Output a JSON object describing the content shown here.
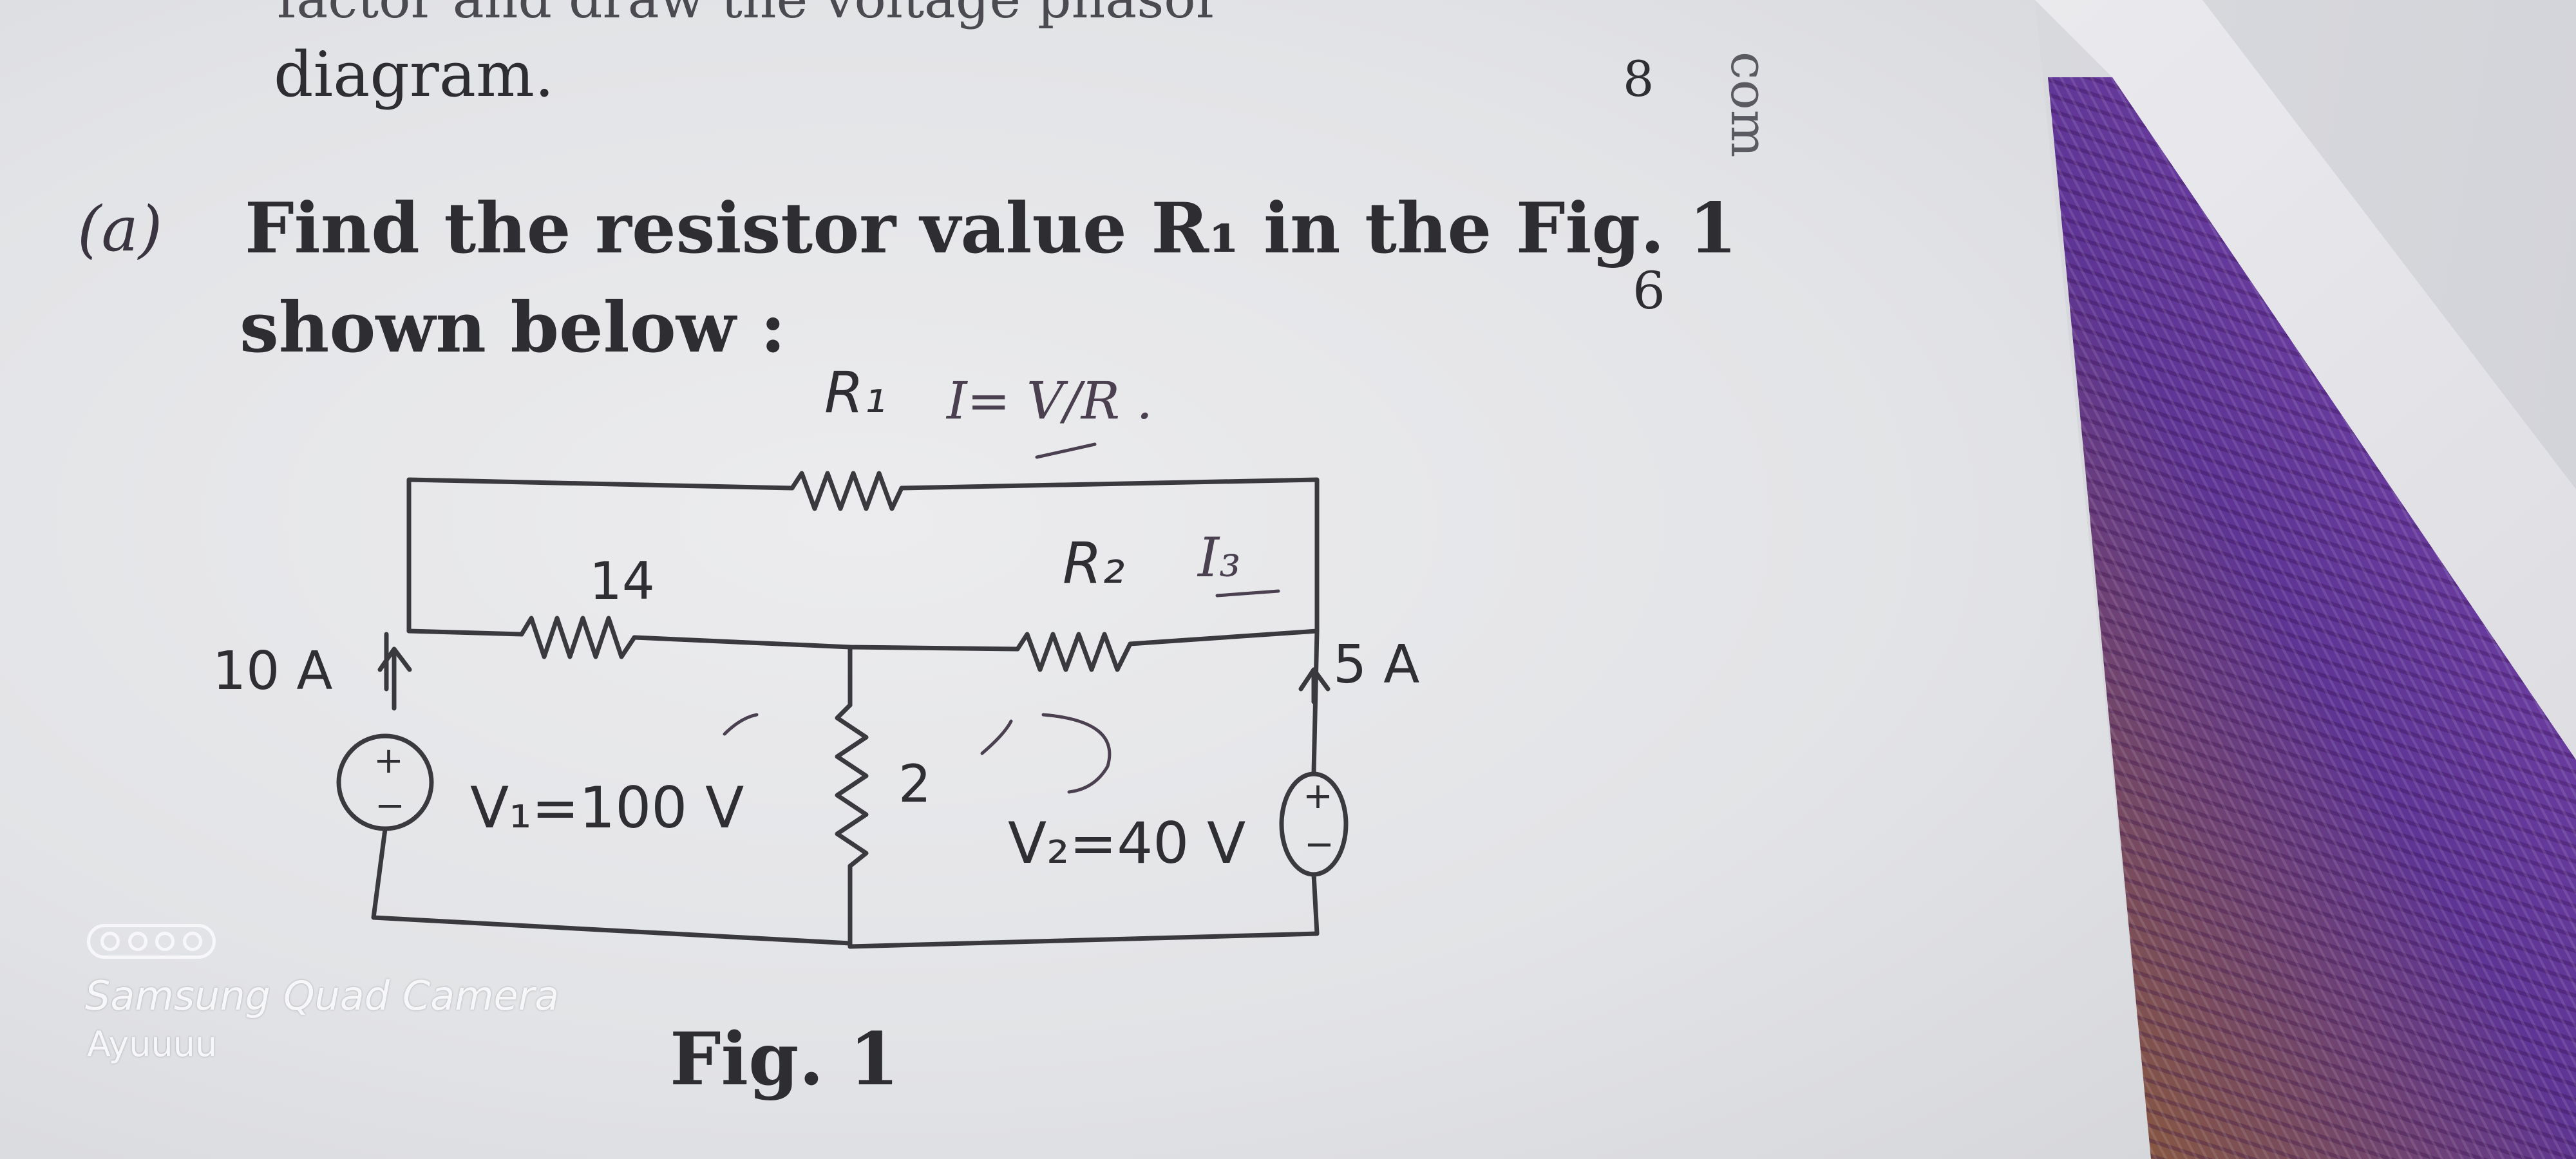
{
  "page": {
    "top_cut_text": "factor and draw the voltage phasor",
    "prev_line": "diagram.",
    "marks_prev": "8",
    "margin_text": "com",
    "question_marker": "(a)",
    "question_line1": "Find the resistor value R₁ in the Fig. 1",
    "question_line2": "shown below :",
    "marks": "6",
    "figure_caption": "Fig. 1"
  },
  "circuit": {
    "r1_label": "R₁",
    "r2_label": "R₂",
    "r14_label": "14",
    "r2ohm_label": "2",
    "source_left_current": "10 A",
    "source_right_current": "5 A",
    "v1_label": "V₁=100 V",
    "v2_label": "V₂=40 V",
    "plus_sign": "+",
    "minus_sign": "−"
  },
  "handwriting": {
    "ohm_law": "I= V/R .",
    "i3_label": "I₃"
  },
  "watermark": {
    "camera": "Samsung Quad Camera",
    "user": "Ayuuuu"
  }
}
